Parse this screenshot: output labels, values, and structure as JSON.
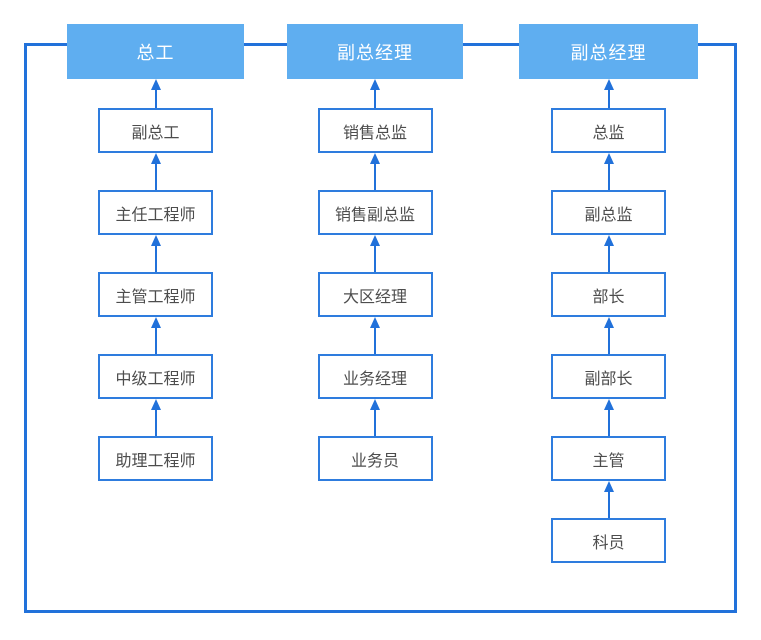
{
  "diagram": {
    "colors": {
      "header_fill": "#5FAEF0",
      "header_text": "#FFFFFF",
      "line": "#2171DA",
      "box_border": "#2E7CDE",
      "box_text": "#4D4D4D",
      "canvas_bg": "#FFFFFF"
    },
    "columns": [
      {
        "header": "总工",
        "levels": [
          "副总工",
          "主任工程师",
          "主管工程师",
          "中级工程师",
          "助理工程师"
        ]
      },
      {
        "header": "副总经理",
        "levels": [
          "销售总监",
          "销售副总监",
          "大区经理",
          "业务经理",
          "业务员"
        ]
      },
      {
        "header": "副总经理",
        "levels": [
          "总监",
          "副总监",
          "部长",
          "副部长",
          "主管",
          "科员"
        ]
      }
    ]
  }
}
